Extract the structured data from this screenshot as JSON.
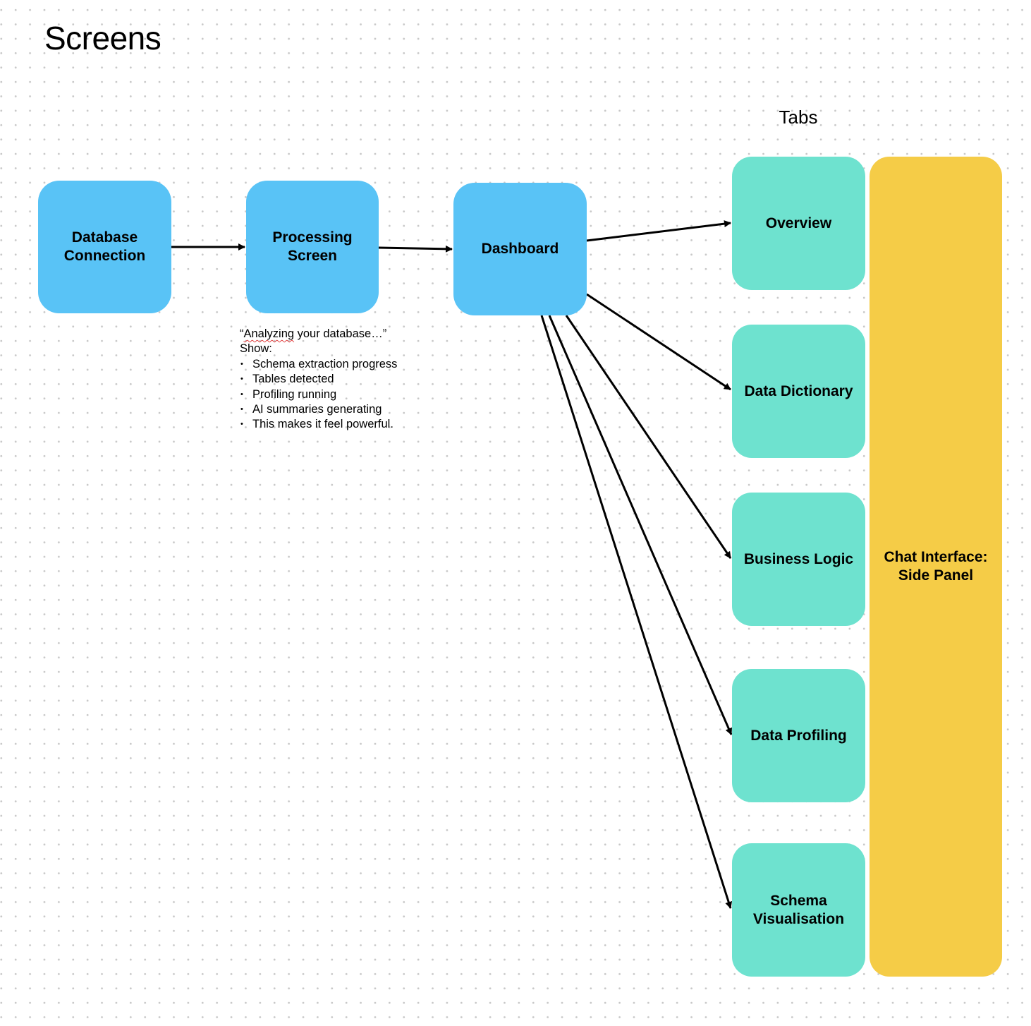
{
  "canvas": {
    "title": "Screens",
    "tabs_heading": "Tabs"
  },
  "flow": {
    "database_connection": [
      "Database",
      "Connection"
    ],
    "processing_screen": [
      "Processing",
      "Screen"
    ],
    "dashboard": "Dashboard"
  },
  "processing_note": {
    "quote_open": "“",
    "quote_word": "Analyzing",
    "quote_rest": " your database…”",
    "show_label": "Show:",
    "items": [
      "Schema extraction progress",
      "Tables detected",
      "Profiling running",
      "AI summaries generating",
      "This makes it feel powerful."
    ]
  },
  "tabs": {
    "overview": "Overview",
    "data_dictionary": "Data Dictionary",
    "business_logic": "Business Logic",
    "data_profiling": "Data Profiling",
    "schema_visualisation": [
      "Schema",
      "Visualisation"
    ]
  },
  "side_panel": [
    "Chat Interface:",
    "Side Panel"
  ],
  "colors": {
    "screen_node": "#59c3f6",
    "tab_node": "#6ee2cf",
    "side_panel": "#f5cc47",
    "arrow": "#000000",
    "grid_dot": "#c8c8c8"
  }
}
